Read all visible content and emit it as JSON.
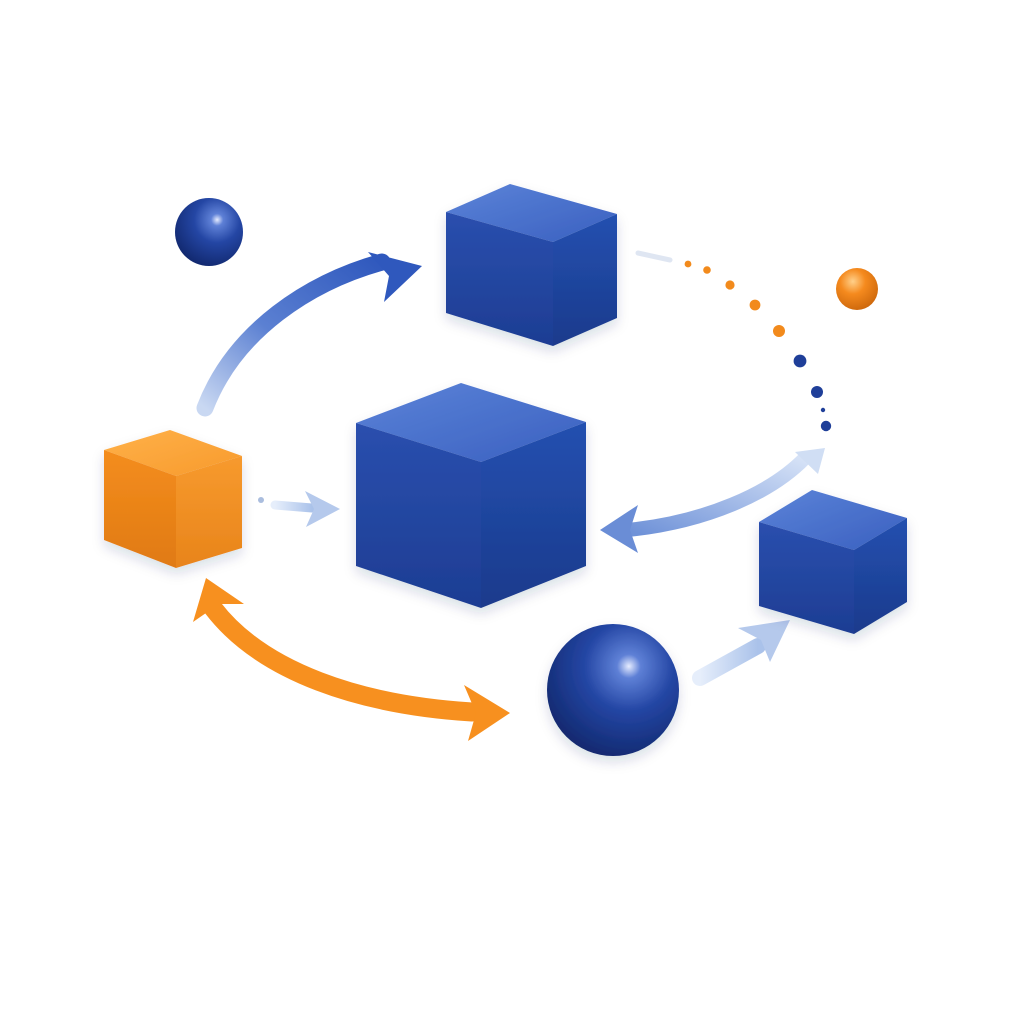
{
  "palette": {
    "blue_light": "#4f77cf",
    "blue": "#2447a6",
    "blue_dark": "#142d78",
    "orange_light": "#ffa53a",
    "orange": "#f28a1c",
    "orange_dark": "#c96a0c",
    "arrow_blue": "#3a62c2",
    "arrow_pale": "#c6d6f1",
    "background": "#ffffff"
  },
  "diagram": {
    "nodes": [
      {
        "id": "orange-cube",
        "shape": "cube",
        "color": "orange"
      },
      {
        "id": "central-cube",
        "shape": "cube",
        "color": "blue"
      },
      {
        "id": "top-cube",
        "shape": "cube",
        "color": "blue"
      },
      {
        "id": "right-cube",
        "shape": "cube",
        "color": "blue"
      },
      {
        "id": "large-sphere",
        "shape": "sphere",
        "color": "blue"
      },
      {
        "id": "small-sphere-top-left",
        "shape": "sphere",
        "color": "blue"
      },
      {
        "id": "small-sphere-top-right",
        "shape": "sphere",
        "color": "orange"
      }
    ],
    "connections": [
      {
        "from": "orange-cube",
        "to": "top-cube",
        "style": "curved-arrow",
        "color": "arrow_blue"
      },
      {
        "from": "orange-cube",
        "to": "central-cube",
        "style": "dotted-arrow",
        "color": "arrow_pale"
      },
      {
        "from": "orange-cube",
        "to": "large-sphere",
        "style": "curved-double-arrow",
        "color": "orange"
      },
      {
        "from": "large-sphere",
        "to": "right-cube",
        "style": "arrow",
        "color": "arrow_pale"
      },
      {
        "from": "right-cube",
        "to": "central-cube",
        "style": "curved-double-arrow",
        "color": "arrow_pale"
      },
      {
        "from": "top-cube",
        "to": "right-cube",
        "style": "dotted-trail",
        "color": "mixed"
      }
    ]
  }
}
